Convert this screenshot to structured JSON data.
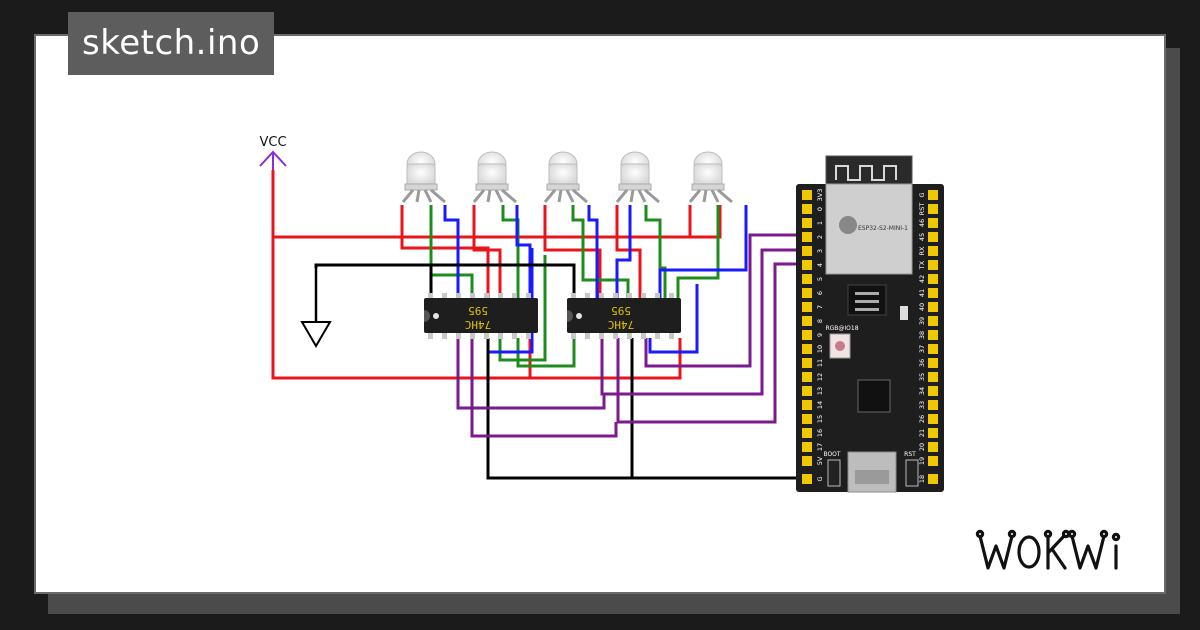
{
  "header": {
    "file_name": "sketch.ino"
  },
  "brand": {
    "name": "WOKWi"
  },
  "circuit": {
    "vcc_label": "VCC",
    "shift_registers": [
      {
        "line1": "74HC",
        "line2": "595"
      },
      {
        "line1": "74HC",
        "line2": "595"
      }
    ],
    "rgb_led_count": 5,
    "board": {
      "module_label": "ESP32-S2-MINI-1",
      "rgb_label": "RGB@IO18",
      "boot_label": "BOOT",
      "rst_label": "RST",
      "left_pins": [
        "3V3",
        "0",
        "1",
        "2",
        "3",
        "4",
        "5",
        "6",
        "7",
        "8",
        "9",
        "10",
        "11",
        "12",
        "13",
        "14",
        "15",
        "16",
        "17",
        "5V",
        "G"
      ],
      "right_pins": [
        "G",
        "RST",
        "46",
        "45",
        "RX",
        "TX",
        "42",
        "41",
        "40",
        "39",
        "38",
        "37",
        "36",
        "35",
        "34",
        "33",
        "26",
        "21",
        "20",
        "19",
        "18"
      ]
    }
  },
  "colors": {
    "red_wire": "#e8161b",
    "blue_wire": "#1a1aff",
    "green_wire": "#1c8c1c",
    "purple_wire": "#7b1a8c",
    "black_wire": "#000000",
    "pin_gold": "#f0c800",
    "board_black": "#1e1e1e"
  }
}
